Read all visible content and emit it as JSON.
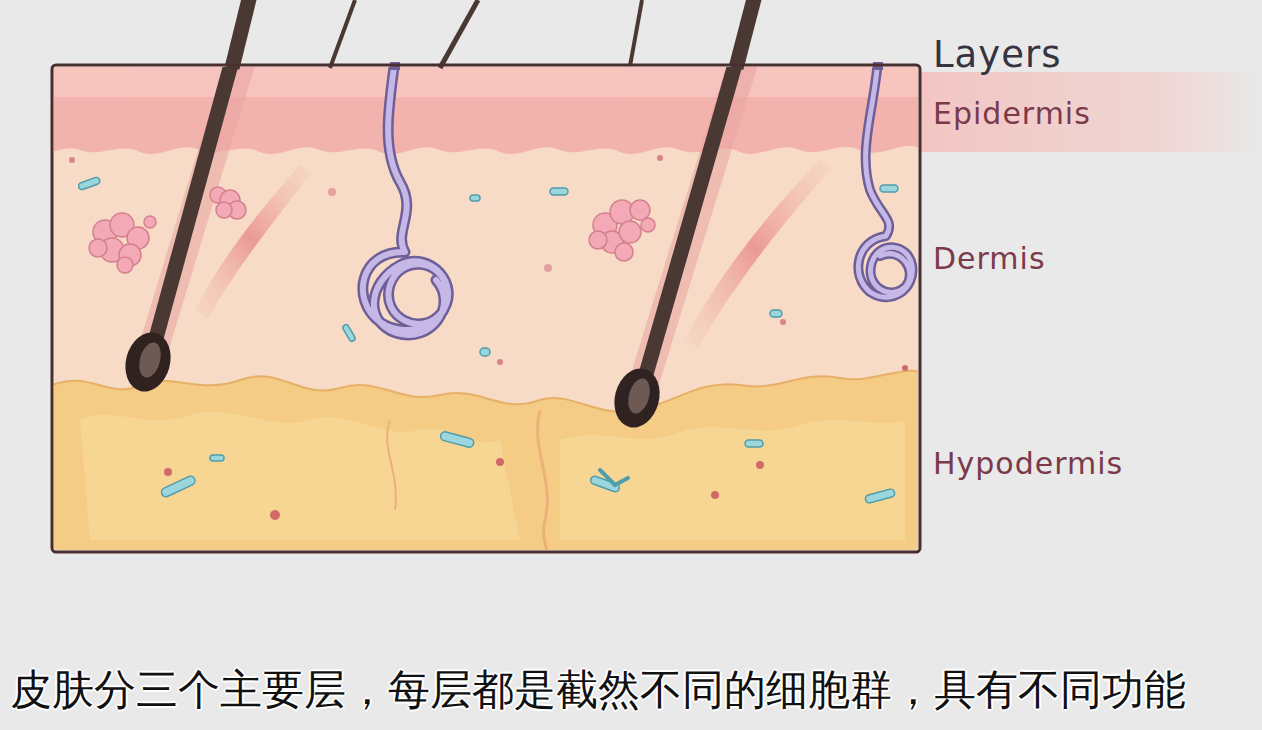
{
  "diagram": {
    "title": "Layers",
    "caption": "皮肤分三个主要层，每层都是截然不同的细胞群，具有不同功能",
    "labels": [
      "Epidermis",
      "Dermis",
      "Hypodermis"
    ]
  }
}
